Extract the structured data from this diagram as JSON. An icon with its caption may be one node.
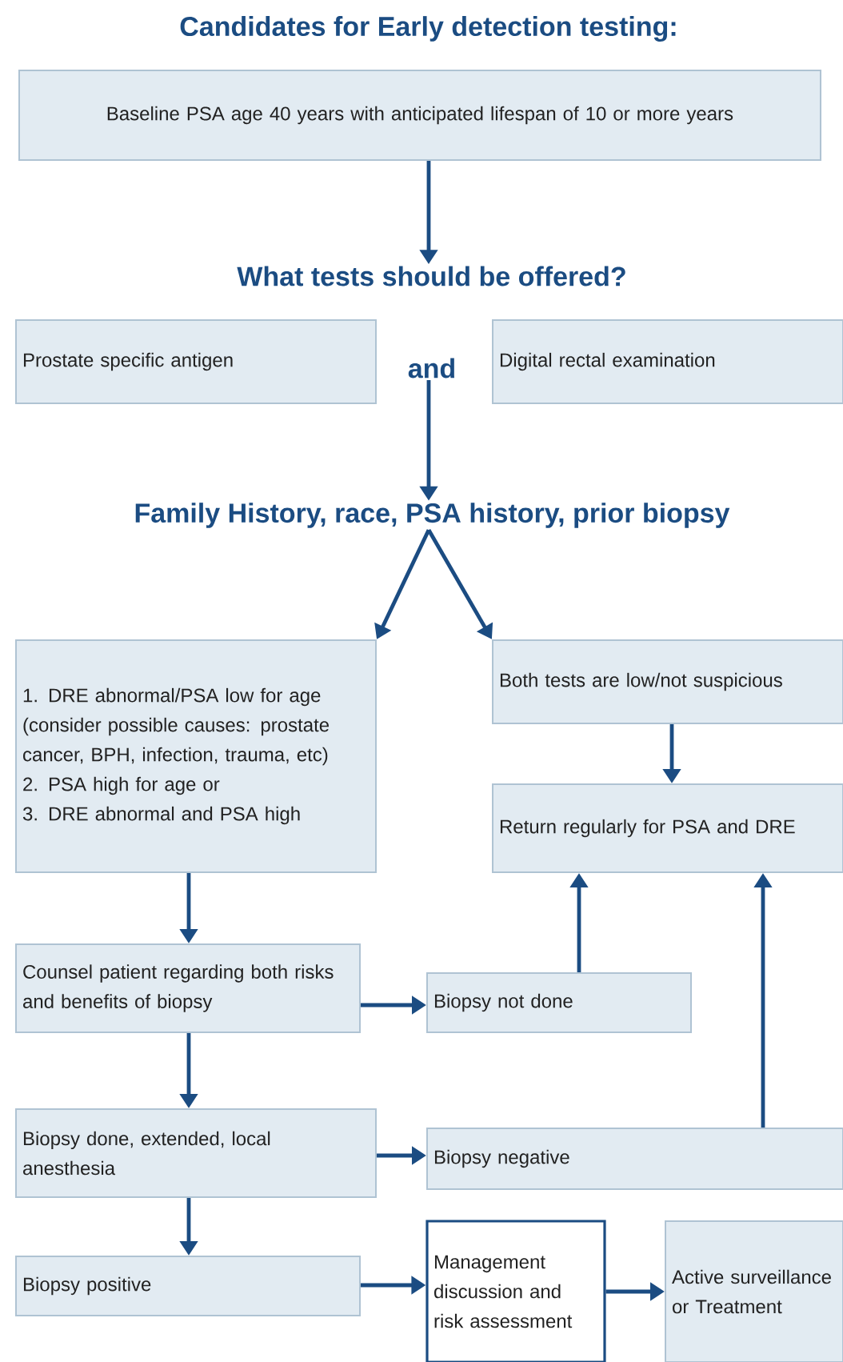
{
  "diagram": {
    "title": "Candidates for Early detection testing:",
    "nodes": [
      {
        "text": [
          "Baseline PSA age 40 years with anticipated lifespan of 10 or more years"
        ]
      },
      {
        "text": [
          "What tests should be offered?"
        ]
      },
      {
        "text": [
          "Prostate specific antigen"
        ]
      },
      {
        "text": [
          "and"
        ]
      },
      {
        "text": [
          "Digital rectal examination"
        ]
      },
      {
        "text": [
          "Family History, race, PSA history, prior biopsy"
        ]
      },
      {
        "text": [
          "1. DRE abnormal/PSA low for age (consider possible causes: prostate cancer, BPH, infection, trauma, etc)",
          "2. PSA high for age or",
          "3. DRE abnormal and PSA high"
        ]
      },
      {
        "text": [
          "Both tests are low/not suspicious"
        ]
      },
      {
        "text": [
          "Return regularly for PSA and DRE"
        ]
      },
      {
        "text": [
          "Counsel patient regarding both risks and benefits of biopsy"
        ]
      },
      {
        "text": [
          "Biopsy not done"
        ]
      },
      {
        "text": [
          "Biopsy done, extended, local anesthesia"
        ]
      },
      {
        "text": [
          "Biopsy negative"
        ]
      },
      {
        "text": [
          "Biopsy positive"
        ]
      },
      {
        "text": [
          "Management discussion and risk assessment"
        ]
      },
      {
        "text": [
          "Active surveillance or Treatment"
        ]
      }
    ],
    "edges": [
      {
        "from": 0,
        "to": 1,
        "arrow": "to"
      },
      {
        "from": 3,
        "to": 5,
        "arrow": "to"
      },
      {
        "from": 5,
        "to": 6,
        "arrow": "to"
      },
      {
        "from": 5,
        "to": 7,
        "arrow": "to"
      },
      {
        "from": 7,
        "to": 8,
        "arrow": "to"
      },
      {
        "from": 6,
        "to": 9,
        "arrow": "to"
      },
      {
        "from": 9,
        "to": 10,
        "arrow": "to"
      },
      {
        "from": 10,
        "to": 8,
        "arrow": "to"
      },
      {
        "from": 9,
        "to": 11,
        "arrow": "to"
      },
      {
        "from": 11,
        "to": 12,
        "arrow": "to"
      },
      {
        "from": 12,
        "to": 8,
        "arrow": "to"
      },
      {
        "from": 11,
        "to": 13,
        "arrow": "to"
      },
      {
        "from": 13,
        "to": 14,
        "arrow": "to"
      },
      {
        "from": 14,
        "to": 15,
        "arrow": "to"
      }
    ]
  }
}
